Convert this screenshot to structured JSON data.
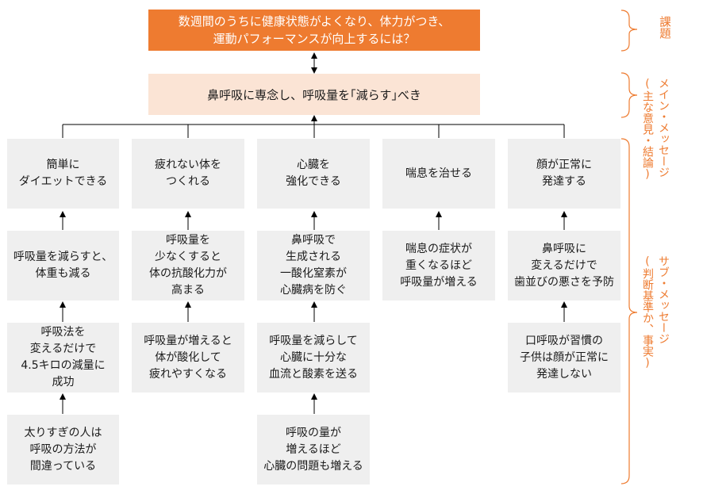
{
  "issue": "数週間のうちに健康状態がよくなり、体力がつき、\n運動パフォーマンスが向上するには？",
  "main_message": "鼻呼吸に専念し、呼吸量を｢減らす｣べき",
  "labels": {
    "issue": "課題",
    "main": "メイン・メッセージ\n(主な意見・結論)",
    "sub": "サブ・メッセージ\n(判断基準か、事実)"
  },
  "columns": [
    {
      "top": "簡単に\nダイエットできる",
      "supports": [
        "呼吸量を減らすと、\n体重も減る",
        "呼吸法を\n変えるだけで\n4.5キロの減量に\n成功",
        "太りすぎの人は\n呼吸の方法が\n間違っている"
      ]
    },
    {
      "top": "疲れない体を\nつくれる",
      "supports": [
        "呼吸量を\n少なくすると\n体の抗酸化力が\n高まる",
        "呼吸量が増えると\n体が酸化して\n疲れやすくなる"
      ]
    },
    {
      "top": "心臓を\n強化できる",
      "supports": [
        "鼻呼吸で\n生成される\n一酸化窒素が\n心臓病を防ぐ",
        "呼吸量を減らして\n心臓に十分な\n血流と酸素を送る",
        "呼吸の量が\n増えるほど\n心臓の問題も増える"
      ]
    },
    {
      "top": "喘息を治せる",
      "supports": [
        "喘息の症状が\n重くなるほど\n呼吸量が増える"
      ]
    },
    {
      "top": "顔が正常に\n発達する",
      "supports": [
        "鼻呼吸に\n変えるだけで\n歯並びの悪さを予防",
        "口呼吸が習慣の\n子供は顔が正常に\n発達しない"
      ]
    }
  ],
  "colors": {
    "accent": "#ee7b30",
    "main_fill": "#fbe4d5",
    "card_fill": "#efefef"
  }
}
